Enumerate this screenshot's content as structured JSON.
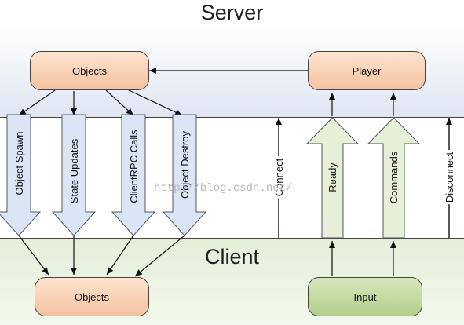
{
  "server": {
    "title": "Server"
  },
  "client": {
    "title": "Client"
  },
  "nodes": {
    "server_objects": "Objects",
    "player": "Player",
    "client_objects": "Objects",
    "input": "Input"
  },
  "down_messages": [
    "Object Spawn",
    "State Updates",
    "ClientRPC Calls",
    "Object Destroy"
  ],
  "up_messages": [
    "Ready",
    "Commands"
  ],
  "events": {
    "connect": "Connect",
    "disconnect": "Disconnect"
  },
  "watermark": "http://blog.csdn.net/",
  "colors": {
    "server_band": "#dfe6f2",
    "client_band": "#e4efd8",
    "down_arrow_fill": "#dbe5f5",
    "up_arrow_fill": "#e6f0d8",
    "objects_node": "#f4c3a0",
    "input_node": "#b3cf8c"
  }
}
